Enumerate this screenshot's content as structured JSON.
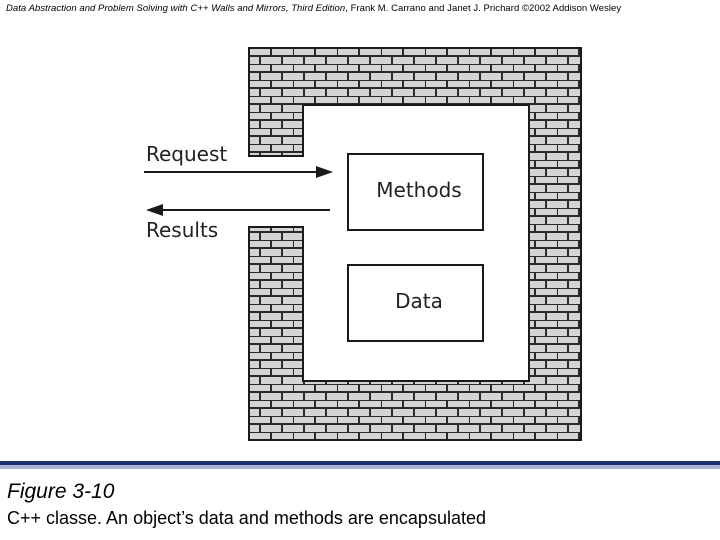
{
  "header": {
    "title_italic": "Data Abstraction and Problem Solving with C++ Walls and Mirrors, Third Edition",
    "rest": ", Frank M. Carrano and Janet J. Prichard  ©2002 Addison Wesley"
  },
  "diagram": {
    "request_label": "Request",
    "results_label": "Results",
    "methods_label": "Methods",
    "data_label": "Data",
    "wall_color": "#d4d4d4",
    "line_color": "#1a1a1a"
  },
  "figure": {
    "title": "Figure 3-10",
    "caption": "C++ classe. An object’s data and methods are encapsulated"
  }
}
